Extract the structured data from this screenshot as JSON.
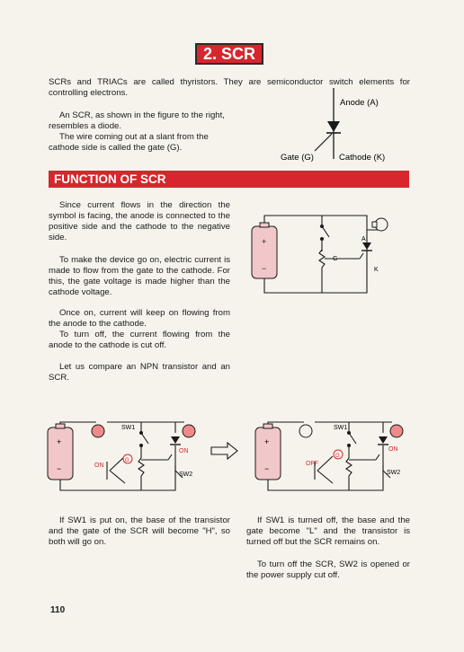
{
  "title": "2. SCR",
  "intro": {
    "p1": "SCRs and TRIACs are called thyristors. They are semiconductor switch elements for controlling electrons.",
    "p2": "An SCR, as shown in the figure to the right, resembles a diode.",
    "p3": "The wire coming out at a slant from the cathode side is called the gate (G)."
  },
  "symbol_labels": {
    "anode": "Anode (A)",
    "gate": "Gate (G)",
    "cathode": "Cathode (K)"
  },
  "section_title": "FUNCTION OF SCR",
  "function": {
    "p1": "Since current flows in the direction the symbol is facing, the anode is connected to the positive side and the cathode to the negative side.",
    "p2": "To make the device go on, electric current is made to flow from the gate to the cathode. For this, the gate voltage is made higher than the cathode voltage.",
    "p3": "Once on, current will keep on flowing from the anode to the cathode.",
    "p4": "To turn off, the current flowing from the anode to the cathode is cut off.",
    "p5": "Let us compare an NPN transistor and an SCR."
  },
  "circuit1_labels": {
    "a": "A",
    "g": "G",
    "k": "K"
  },
  "circuit_left": {
    "sw1": "SW1",
    "on_scr": "ON",
    "on_tr": "ON",
    "sw2": "SW2",
    "g": "G"
  },
  "circuit_right": {
    "sw1": "SW1",
    "on_scr": "ON",
    "off_tr": "OFF",
    "sw2": "SW2",
    "g": "G"
  },
  "captions": {
    "left": "If SW1 is put on, the base of the transistor and the gate of the SCR will become \"H\", so both will go on.",
    "right1": "If SW1 is turned off, the base and the gate become \"L\" and the transistor is turned off but the SCR remains on.",
    "right2": "To turn off the SCR, SW2 is opened or the power supply cut off."
  },
  "page_number": "110",
  "colors": {
    "accent": "#d7262d",
    "battery": "#f2c7c9",
    "bulb": "#f08a8a",
    "wire": "#1a1a1a"
  }
}
